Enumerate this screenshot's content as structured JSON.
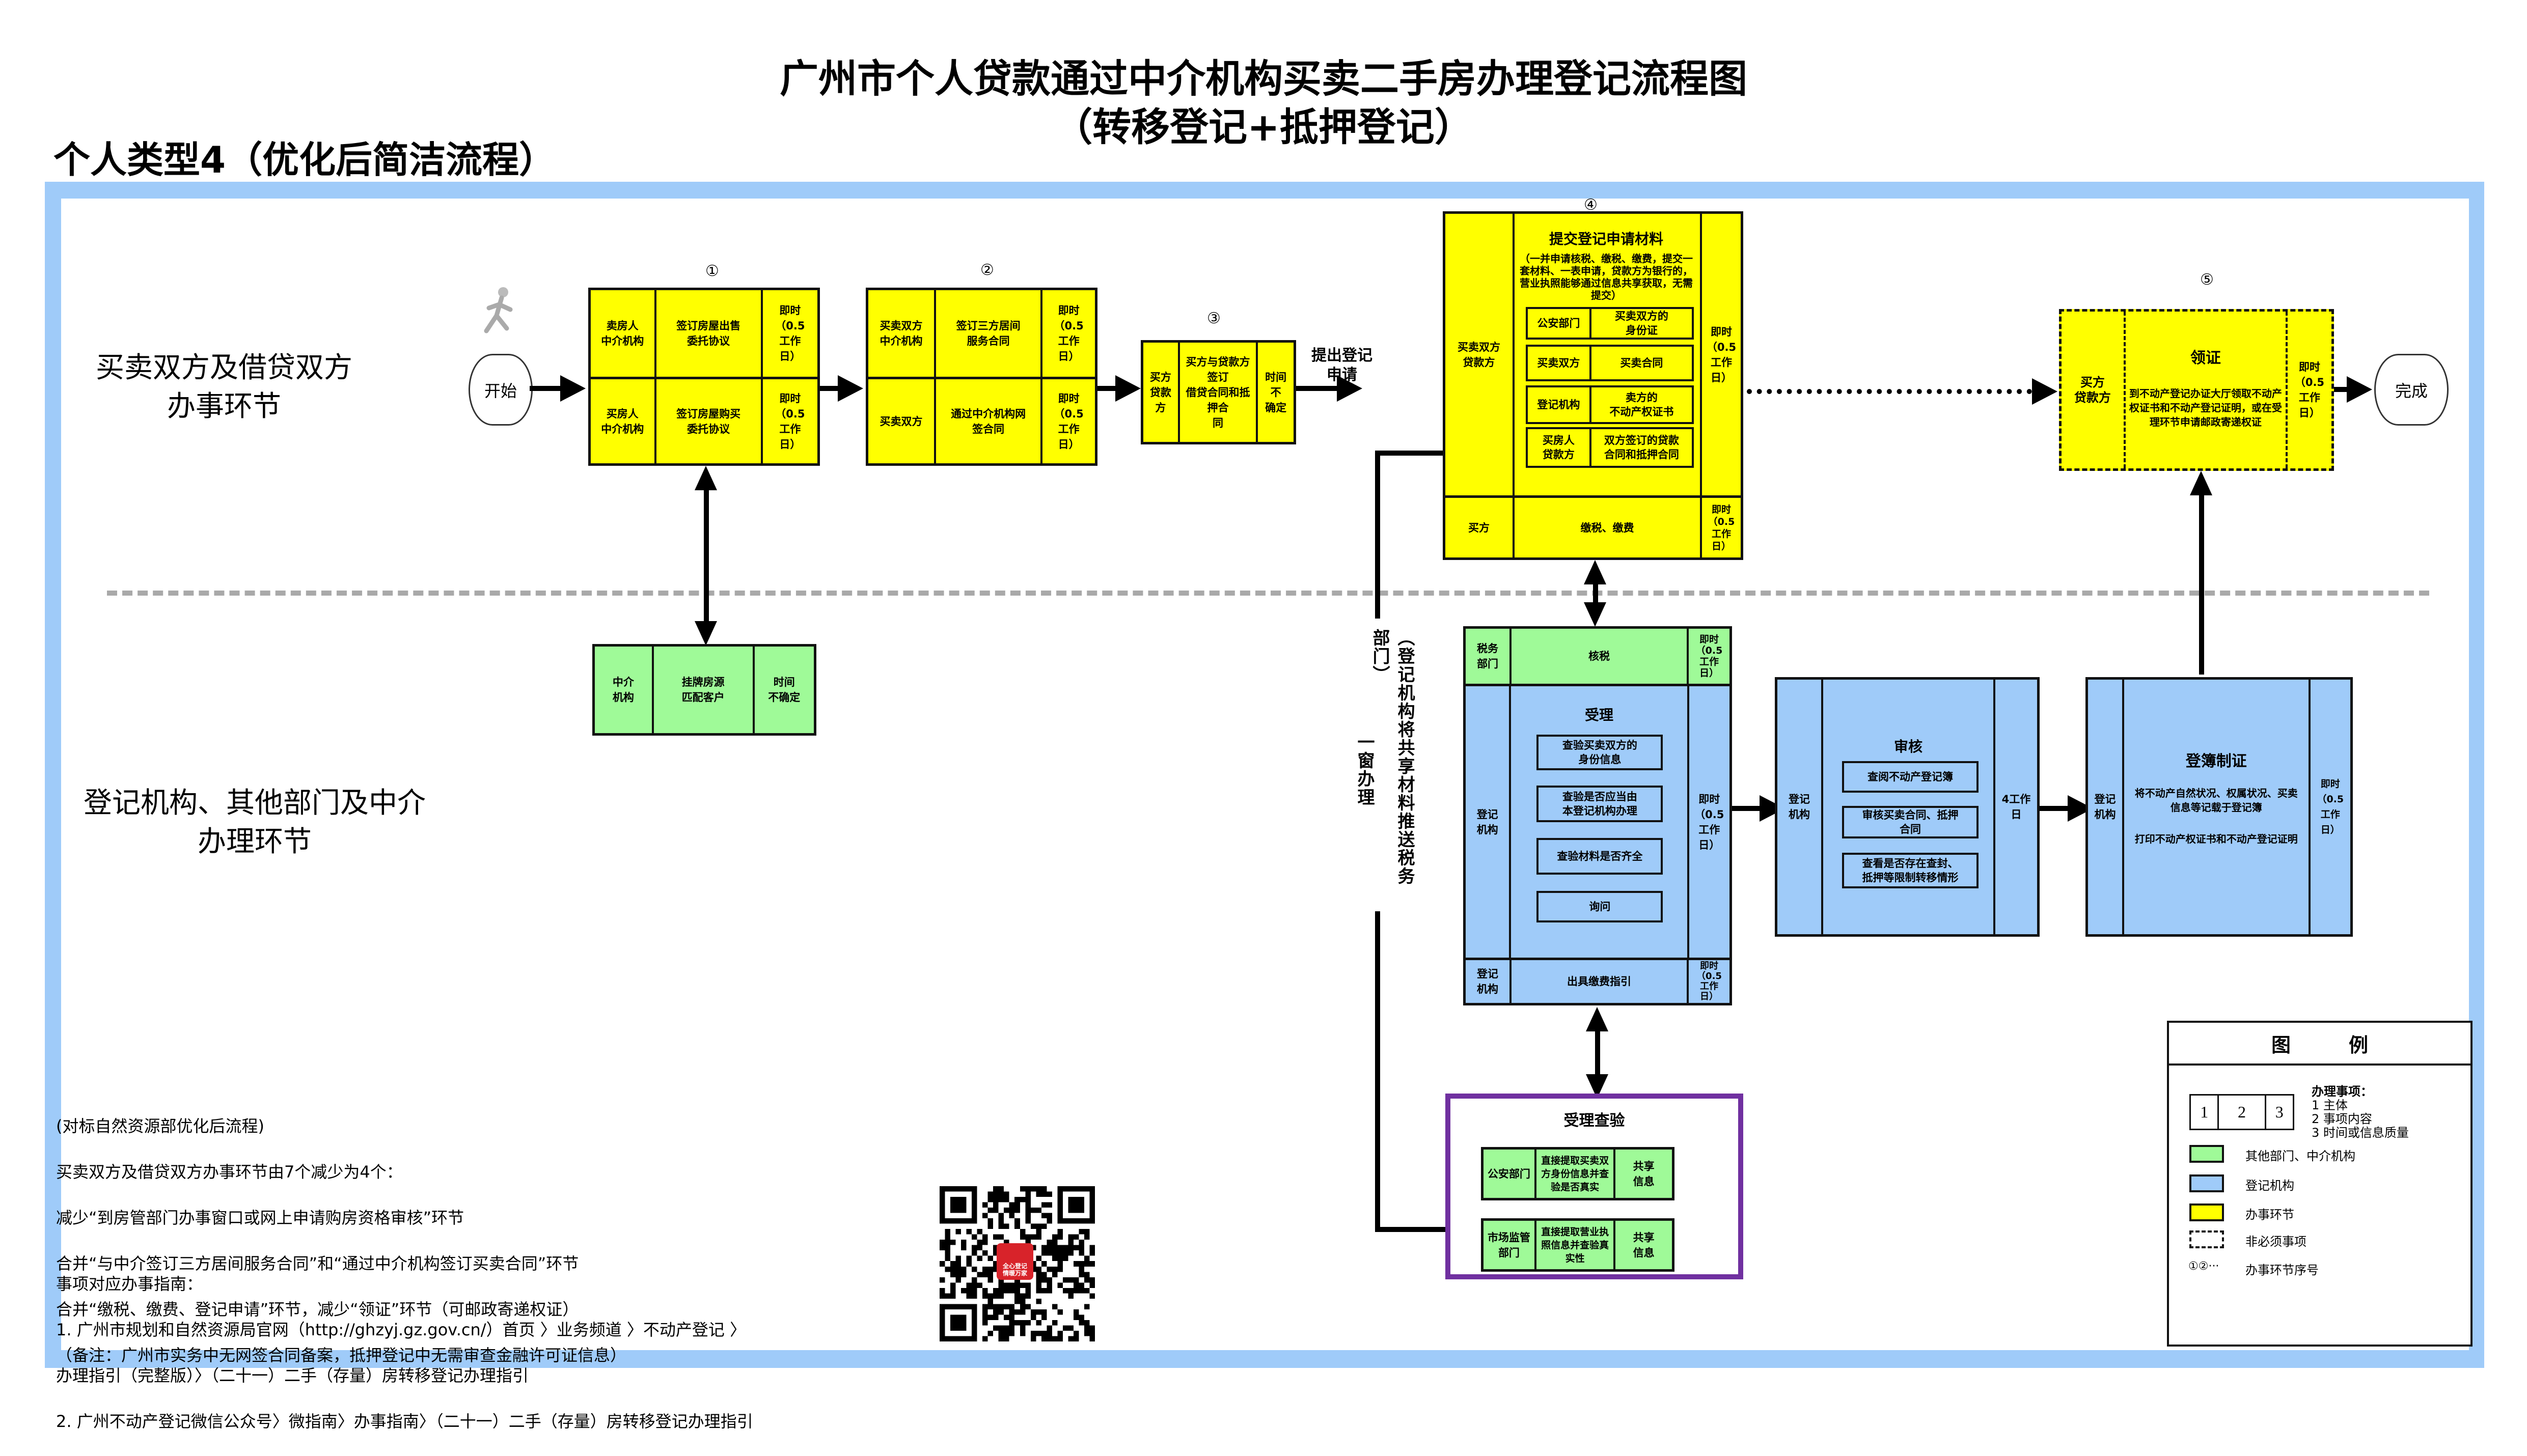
{
  "header": {
    "title": "广州市个人贷款通过中介机构买卖二手房办理登记流程图",
    "subtitle": "（转移登记+抵押登记）",
    "type_label": "个人类型4（优化后简洁流程）"
  },
  "lanes": {
    "top": "买卖双方及借贷双方\n办事环节",
    "bottom": "登记机构、其他部门及中介\n办理环节"
  },
  "terminals": {
    "start": "开始",
    "end": "完成"
  },
  "colors": {
    "yellow": "#ffff00",
    "green": "#9ffa98",
    "blue": "#9fcbf9",
    "frame": "#9fcbf9",
    "purple": "#7030a0"
  },
  "steps": {
    "s1": {
      "num": "①",
      "rows": [
        {
          "subject": "卖房人\n中介机构",
          "content": "签订房屋出售\n委托协议",
          "time": "即时\n（0.5\n工作\n日）"
        },
        {
          "subject": "买房人\n中介机构",
          "content": "签订房屋购买\n委托协议",
          "time": "即时\n（0.5\n工作\n日）"
        }
      ]
    },
    "s2": {
      "num": "②",
      "rows": [
        {
          "subject": "买卖双方\n中介机构",
          "content": "签订三方居间\n服务合同",
          "time": "即时\n（0.5\n工作\n日）"
        },
        {
          "subject": "买卖双方",
          "content": "通过中介机构网\n签合同",
          "time": "即时\n（0.5\n工作\n日）"
        }
      ]
    },
    "s3": {
      "num": "③",
      "subject": "买方\n贷款方",
      "content": "买方与贷款方签订\n借贷合同和抵押合\n同",
      "time": "时间不\n确定",
      "arrow_label": "提出登记\n申请"
    },
    "s4": {
      "num": "④",
      "subject": "买卖双方\n贷款方",
      "heading": "提交登记申请材料",
      "note": "（一并申请核税、缴税、缴费，提交一套材料、一表申请，贷款方为银行的，营业执照能够通过信息共享获取，无需提交）",
      "time": "即时\n（0.5\n工作\n日）",
      "materials": [
        {
          "source": "公安部门",
          "item": "买卖双方的\n身份证"
        },
        {
          "source": "买卖双方",
          "item": "买卖合同"
        },
        {
          "source": "登记机构",
          "item": "卖方的\n不动产权证书"
        },
        {
          "source": "买房人\n贷款方",
          "item": "双方签订的贷款\n合同和抵押合同"
        }
      ],
      "pay": {
        "subject": "买方",
        "content": "缴税、缴费",
        "time": "即时\n（0.5\n工作\n日）"
      }
    },
    "s5": {
      "num": "⑤",
      "subject": "买方\n贷款方",
      "heading": "领证",
      "content": "到不动产登记办证大厅领取不动产权证书和不动产登记证明，或在受理环节申请邮政寄递权证",
      "time": "即时\n（0.5\n工作\n日）"
    }
  },
  "agency": {
    "subject": "中介\n机构",
    "content": "挂牌房源\n匹配客户",
    "time": "时间\n不确定"
  },
  "side_note": "（登记机构将共享材料推送税务部门）",
  "side_note2": "一窗办理",
  "tax": {
    "subject": "税务\n部门",
    "content": "核税",
    "time": "即时\n（0.5\n工作\n日）"
  },
  "accept": {
    "subject": "登记\n机构",
    "heading": "受理",
    "items": [
      "查验买卖双方的\n身份信息",
      "查验是否应当由\n本登记机构办理",
      "查验材料是否齐全",
      "询问"
    ],
    "time": "即时\n（0.5\n工作\n日）"
  },
  "fee_guide": {
    "subject": "登记\n机构",
    "content": "出具缴费指引",
    "time": "即时\n（0.5\n工作\n日）"
  },
  "review": {
    "subject": "登记\n机构",
    "heading": "审核",
    "items": [
      "查阅不动产登记簿",
      "审核买卖合同、抵押\n合同",
      "查看是否存在查封、\n抵押等限制转移情形"
    ],
    "time": "4工作\n日"
  },
  "register": {
    "subject": "登记\n机构",
    "heading": "登簿制证",
    "content1": "将不动产自然状况、权属状况、买卖信息等记载于登记簿",
    "content2": "打印不动产权证书和不动产登记证明",
    "time": "即时\n（0.5\n工作\n日）"
  },
  "verify": {
    "heading": "受理查验",
    "rows": [
      {
        "source": "公安部门",
        "content": "直接提取买卖双\n方身份信息并查\n验是否真实",
        "result": "共享\n信息"
      },
      {
        "source": "市场监管\n部门",
        "content": "直接提取营业执\n照信息并查验真\n实性",
        "result": "共享\n信息"
      }
    ]
  },
  "notes": {
    "lines": [
      "(对标自然资源部优化后流程)",
      "买卖双方及借贷双方办事环节由7个减少为4个：",
      "减少“到房管部门办事窗口或网上申请购房资格审核”环节",
      "合并“与中介签订三方居间服务合同”和“通过中介机构签订买卖合同”环节",
      "合并“缴税、缴费、登记申请”环节，减少“领证”环节（可邮政寄递权证）",
      "（备注：广州市实务中无网签合同备案，抵押登记中无需审查金融许可证信息）"
    ],
    "guide_title": "事项对应办事指南：",
    "guide_lines": [
      "1. 广州市规划和自然资源局官网（http://ghzyj.gz.gov.cn/）首页 〉业务频道 〉不动产登记 〉",
      "办理指引（完整版）〉（二十一）二手（存量）房转移登记办理指引",
      "2. 广州不动产登记微信公众号〉微指南〉办事指南〉（二十一）二手（存量）房转移登记办理指引"
    ]
  },
  "qr": {
    "logo_text": "全心登记\n情暖万家"
  },
  "legend": {
    "title": "图　　　例",
    "sample_cells": [
      "1",
      "2",
      "3"
    ],
    "explain_title": "办理事项：",
    "explain": [
      "1  主体",
      "2  事项内容",
      "3  时间或信息质量"
    ],
    "items": [
      {
        "swatch": "green",
        "label": "其他部门、中介机构"
      },
      {
        "swatch": "blue",
        "label": "登记机构"
      },
      {
        "swatch": "yellow",
        "label": "办事环节"
      },
      {
        "swatch": "dashed",
        "label": "非必须事项"
      },
      {
        "swatch": "numbers",
        "symbol": "①②···",
        "label": "办事环节序号"
      }
    ]
  }
}
